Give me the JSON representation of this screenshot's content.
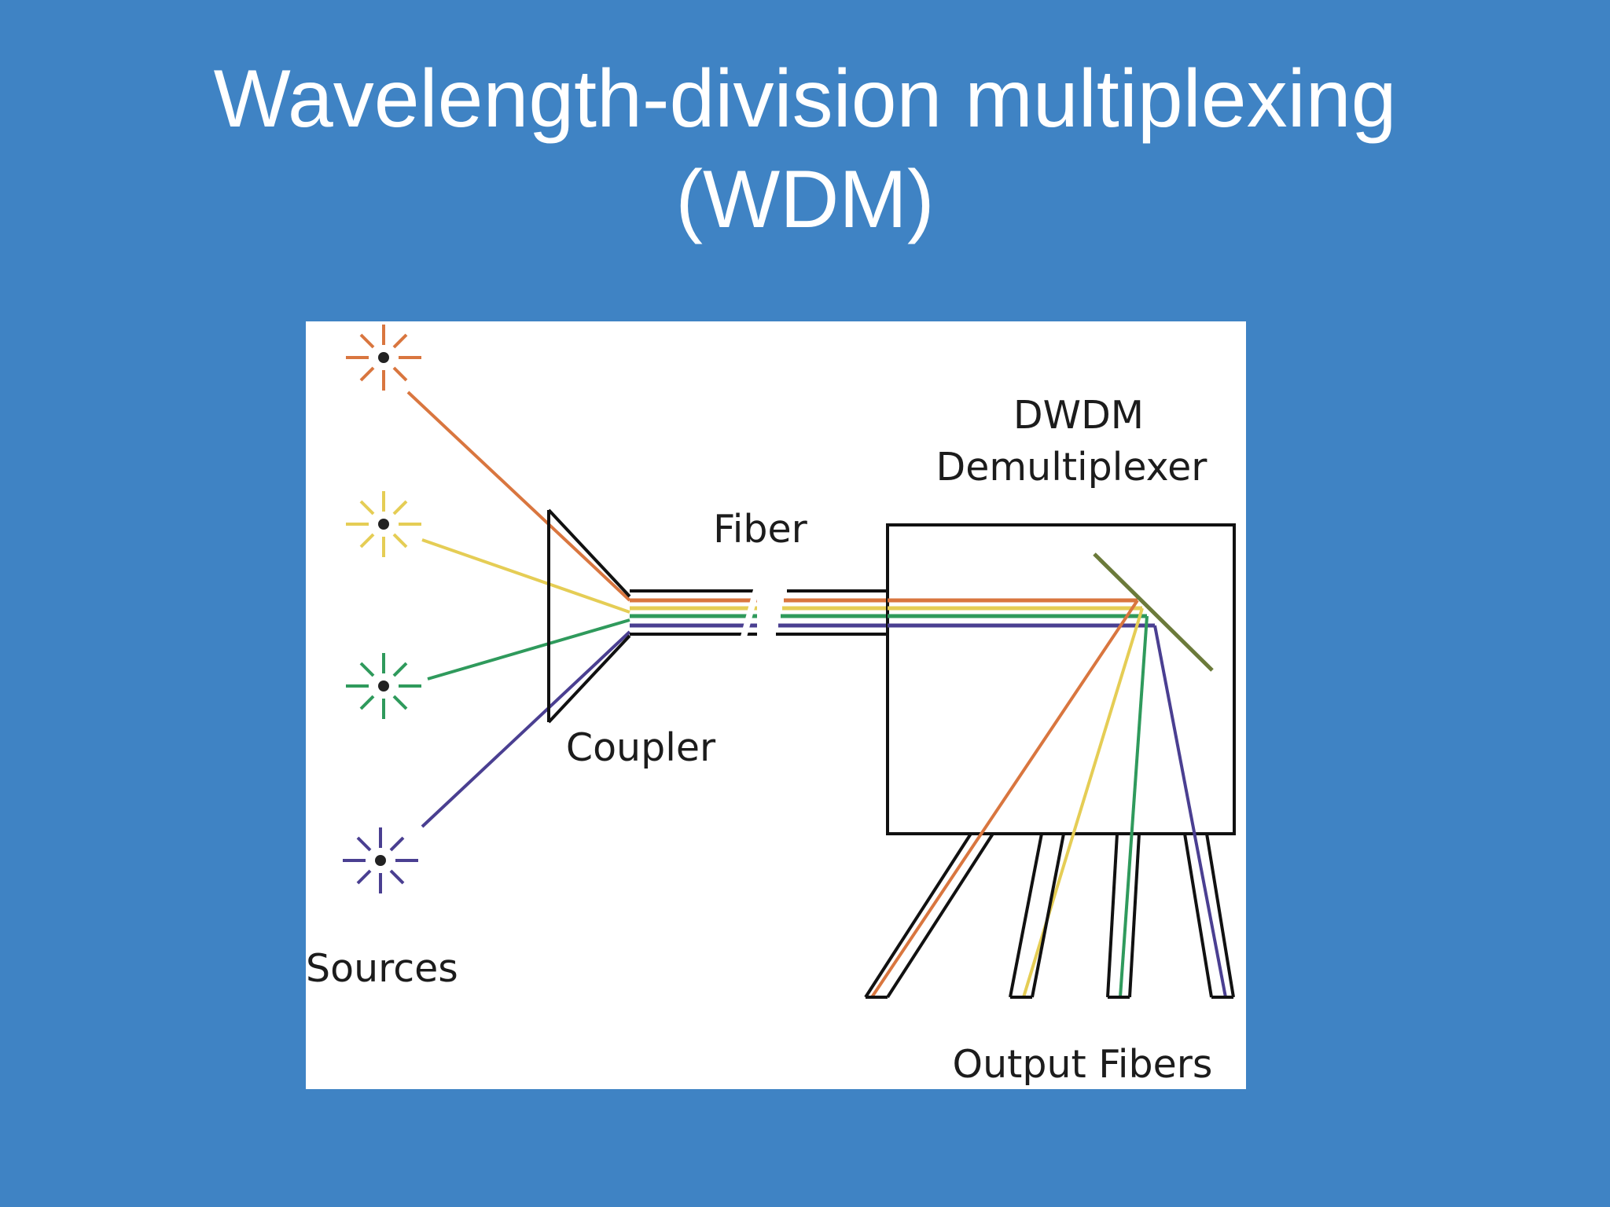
{
  "slide": {
    "title_line1": "Wavelength-division multiplexing",
    "title_line2": "(WDM)",
    "background_color": "#3f83c4"
  },
  "diagram": {
    "labels": {
      "dwdm": "DWDM",
      "demultiplexer": "Demultiplexer",
      "fiber": "Fiber",
      "coupler": "Coupler",
      "sources": "Sources",
      "output_fibers": "Output Fibers"
    },
    "sources": [
      {
        "name": "source-orange",
        "color": "#d9763f"
      },
      {
        "name": "source-yellow",
        "color": "#e5cd55"
      },
      {
        "name": "source-green",
        "color": "#2f9a5c"
      },
      {
        "name": "source-purple",
        "color": "#4a3f91"
      }
    ],
    "line_colors": {
      "orange": "#d9763f",
      "yellow": "#e5cd55",
      "green": "#2f9a5c",
      "purple": "#4a3f91",
      "mirror": "#6b7a3a",
      "outline": "#111111"
    }
  }
}
